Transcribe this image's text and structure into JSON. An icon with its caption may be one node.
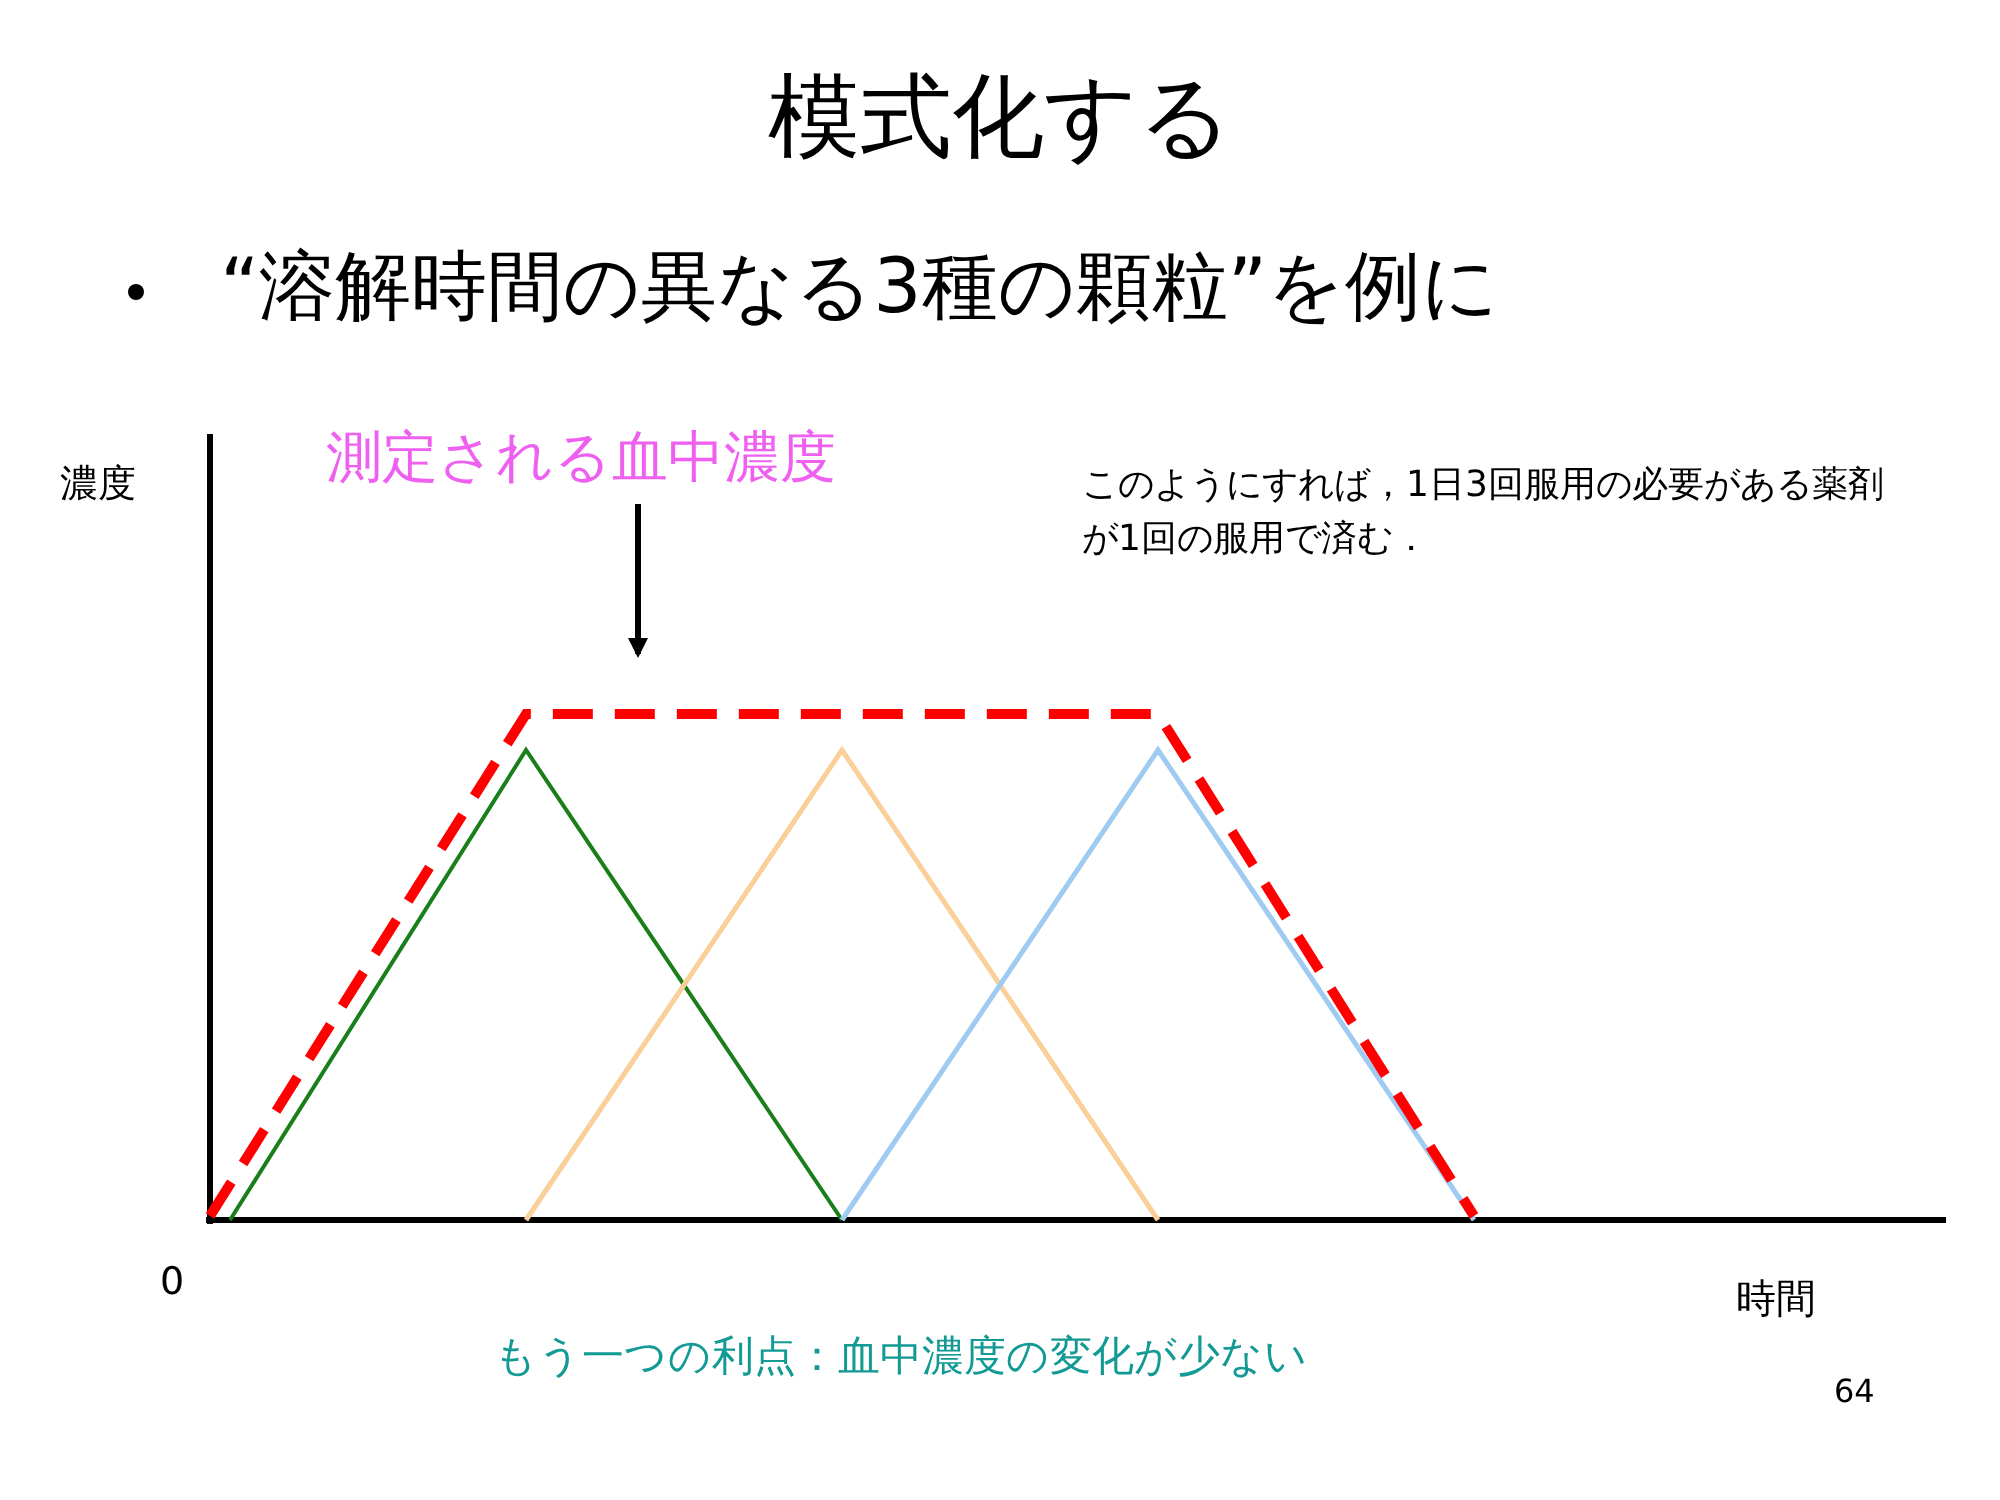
{
  "diagram": {
    "title": "模式化する",
    "nodes": [
      {
        "text": [
          "測定される血中濃度"
        ]
      },
      {
        "text": [],
        "shape": "line"
      }
    ],
    "edges": [
      {
        "from": 0,
        "to": 1,
        "arrow": "to"
      }
    ],
    "labels": [
      "“溶解時間の異なる3種の顆粒”を例に",
      "濃度",
      "このようにすれば，1日3回服用の必要がある薬剤が1回の服用で済む．",
      "0",
      "時間",
      "もう一つの利点：血中濃度の変化が少ない",
      "64"
    ]
  }
}
